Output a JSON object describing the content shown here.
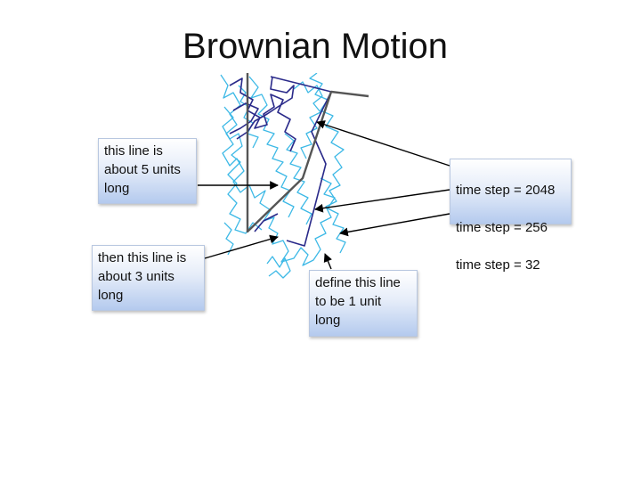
{
  "title": "Brownian Motion",
  "callouts": {
    "five_units": "this line is\nabout 5 units\nlong",
    "three_units": "then this line is\nabout 3 units\nlong",
    "one_unit": "define this line\nto be 1 unit\nlong",
    "time_steps": [
      "time step = 2048",
      "time step = 256",
      "time step = 32"
    ]
  },
  "colors": {
    "step_2048": "#555555",
    "step_256": "#2a2a8a",
    "step_32": "#3db9e6",
    "arrow": "#000000"
  }
}
